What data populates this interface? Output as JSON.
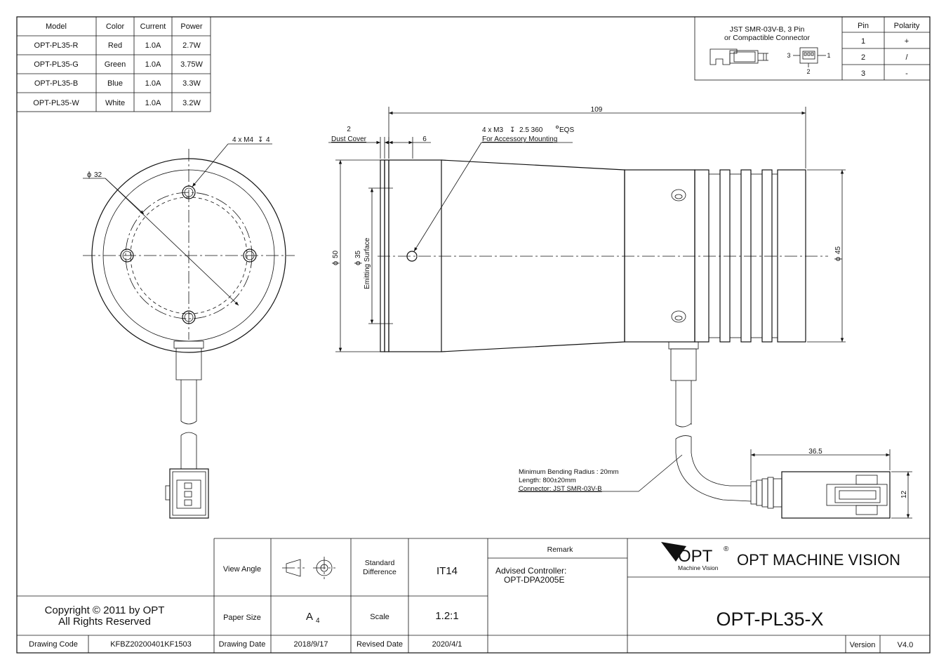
{
  "model_table": {
    "headers": [
      "Model",
      "Color",
      "Current",
      "Power"
    ],
    "rows": [
      [
        "OPT-PL35-R",
        "Red",
        "1.0A",
        "2.7W"
      ],
      [
        "OPT-PL35-G",
        "Green",
        "1.0A",
        "3.75W"
      ],
      [
        "OPT-PL35-B",
        "Blue",
        "1.0A",
        "3.3W"
      ],
      [
        "OPT-PL35-W",
        "White",
        "1.0A",
        "3.2W"
      ]
    ]
  },
  "connector_box": {
    "title_line1": "JST SMR-03V-B, 3 Pin",
    "title_line2": "or Compactible Connector",
    "pin_labels": [
      "3",
      "1",
      "2"
    ],
    "pin_header": "Pin",
    "polarity_header": "Polarity",
    "rows": [
      [
        "1",
        "+"
      ],
      [
        "2",
        "/"
      ],
      [
        "3",
        "-"
      ]
    ]
  },
  "front_view": {
    "dim_diameter": "32",
    "dim_holes": "4 x M4",
    "dim_holes_depth": "4",
    "diameter_symbol": "ϕ",
    "depth_symbol": "↧"
  },
  "side_view": {
    "dim_length": "109",
    "dim_cover": "2",
    "dim_cover_label": "Dust Cover",
    "dim_step": "6",
    "mount_line1_a": "4 x M3",
    "mount_line1_b": "2.5  360",
    "mount_line1_c": "EQS",
    "mount_line2": "For Accessory Mounting",
    "dim_d50": "50",
    "dim_d35": "35",
    "emitting_surface": "Emitting Surface",
    "dim_d45": "45",
    "dim_connector_len": "36.5",
    "dim_connector_h": "12",
    "cable_note_1": "Minimum Bending Radius : 20mm",
    "cable_note_2": "Length: 800±20mm",
    "cable_note_3": "Connector: JST SMR-03V-B"
  },
  "title_block": {
    "view_angle_label": "View Angle",
    "standard_difference_1": "Standard",
    "standard_difference_2": "Difference",
    "standard_value": "IT14",
    "remark_label": "Remark",
    "advised_1": "Advised Controller:",
    "advised_2": "OPT-DPA2005E",
    "logo_text": "OPT",
    "logo_reg": "®",
    "logo_sub": "Machine Vision",
    "company": "OPT MACHINE VISION",
    "copyright_1": "Copyright © 2011 by OPT",
    "copyright_2": "All Rights Reserved",
    "paper_size_label": "Paper Size",
    "paper_size_value": "A",
    "paper_size_sub": "4",
    "scale_label": "Scale",
    "scale_value": "1.2:1",
    "product_code": "OPT-PL35-X",
    "drawing_code_label": "Drawing Code",
    "drawing_code_value": "KFBZ20200401KF1503",
    "drawing_date_label": "Drawing Date",
    "drawing_date_value": "2018/9/17",
    "revised_date_label": "Revised Date",
    "revised_date_value": "2020/4/1",
    "version_label": "Version",
    "version_value": "V4.0"
  }
}
